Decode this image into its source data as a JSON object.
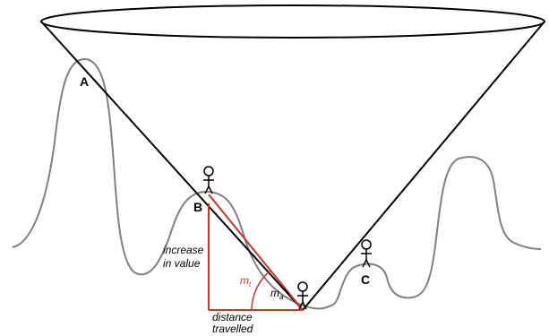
{
  "points": {
    "a": "A",
    "b": "B",
    "c": "C"
  },
  "labels": {
    "increase_line1": "increase",
    "increase_line2": "in value",
    "distance_line1": "distance",
    "distance_line2": "travelled",
    "m_t_base": "m",
    "m_t_sub": "t",
    "m_a_base": "m",
    "m_a_sub": "a"
  },
  "colors": {
    "terrain": "#808080",
    "cone": "#000000",
    "red": "#c0392b"
  },
  "icons": {
    "figure": "stick-figure-icon"
  }
}
